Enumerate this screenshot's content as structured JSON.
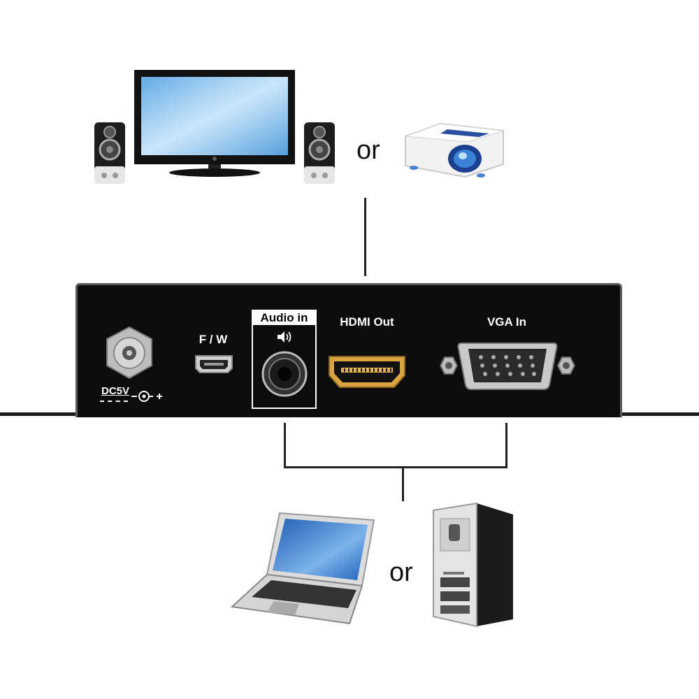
{
  "outputs": {
    "or_label": "or",
    "devices": [
      "tv-with-speakers",
      "projector"
    ]
  },
  "inputs": {
    "or_label": "or",
    "devices": [
      "laptop",
      "desktop-pc"
    ]
  },
  "panel": {
    "power_label": "DC5V",
    "fw_label": "F / W",
    "audio_label": "Audio in",
    "hdmi_label": "HDMI Out",
    "vga_label": "VGA In"
  },
  "colors": {
    "panel": "#0c0c0c",
    "line": "#222222",
    "hdmi_gold": "#d9a441",
    "screen_blue": "#6fb3ea"
  }
}
